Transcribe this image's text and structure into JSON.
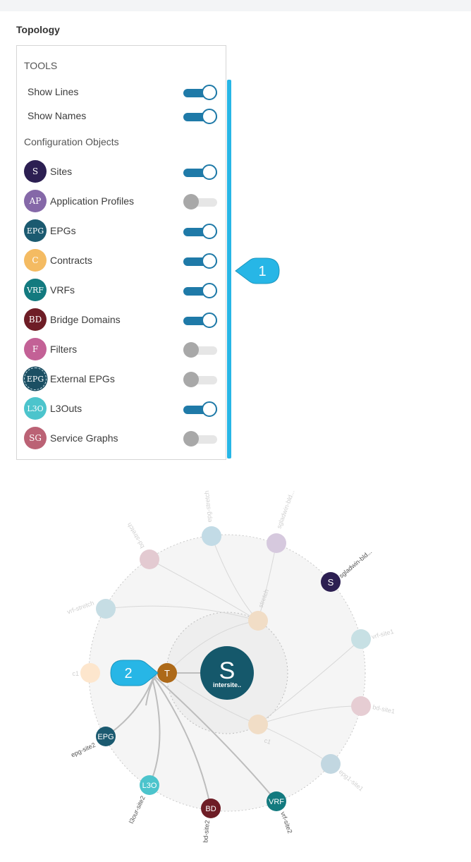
{
  "page": {
    "title": "Topology"
  },
  "tools": {
    "header": "TOOLS",
    "items": [
      {
        "label": "Show Lines",
        "on": true
      },
      {
        "label": "Show Names",
        "on": true
      }
    ]
  },
  "config": {
    "header": "Configuration Objects",
    "items": [
      {
        "label": "Sites",
        "badge": "S",
        "color": "#2c1f52",
        "on": true
      },
      {
        "label": "Application Profiles",
        "badge": "AP",
        "color": "#8568a8",
        "on": false
      },
      {
        "label": "EPGs",
        "badge": "EPG",
        "color": "#1b5a70",
        "on": true
      },
      {
        "label": "Contracts",
        "badge": "C",
        "color": "#f4bb62",
        "on": true
      },
      {
        "label": "VRFs",
        "badge": "VRF",
        "color": "#137a7f",
        "on": true
      },
      {
        "label": "Bridge Domains",
        "badge": "BD",
        "color": "#6e1d26",
        "on": true
      },
      {
        "label": "Filters",
        "badge": "F",
        "color": "#c36196",
        "on": false
      },
      {
        "label": "External EPGs",
        "badge": "EPG",
        "color": "#1b4f63",
        "on": false,
        "dashed": true
      },
      {
        "label": "L3Outs",
        "badge": "L3O",
        "color": "#4cc4cc",
        "on": true
      },
      {
        "label": "Service Graphs",
        "badge": "SG",
        "color": "#bb6275",
        "on": false
      }
    ]
  },
  "callouts": [
    {
      "num": "1"
    },
    {
      "num": "2"
    }
  ],
  "graph": {
    "center": {
      "letter": "S",
      "name": "intersite..",
      "color": "#15586b"
    },
    "tenant": {
      "letter": "T",
      "color": "#ad6918"
    },
    "site": {
      "letter": "S",
      "label": "sgladwin-bld...",
      "color": "#2c1f52"
    },
    "active": [
      {
        "letter": "EPG",
        "label": "epg-site2",
        "color": "#1b5a70"
      },
      {
        "letter": "L3O",
        "label": "l3our-site2",
        "color": "#4cc4cc"
      },
      {
        "letter": "BD",
        "label": "bd-site2",
        "color": "#6e1d26"
      },
      {
        "letter": "VRF",
        "label": "vrf-site2",
        "color": "#137a7f"
      }
    ],
    "faded": [
      {
        "label": "epg-stretch",
        "color": "#c2dbe6"
      },
      {
        "label": "sgladwin-bld...",
        "color": "#d6c9de"
      },
      {
        "label": "bd-stretch",
        "color": "#e3cad1"
      },
      {
        "label": "vrf-stretch",
        "color": "#c6dde4"
      },
      {
        "label": "c1",
        "color": "#fde6cd"
      },
      {
        "label": "vrf-site1",
        "color": "#c7e0e4"
      },
      {
        "label": "bd-site1",
        "color": "#e6cdd3"
      },
      {
        "label": "epg1-site1",
        "color": "#c2d7e1"
      }
    ],
    "inner": [
      {
        "label": "stretch",
        "color": "#f1ddc6"
      },
      {
        "label": "c1",
        "color": "#f1ddc6"
      }
    ]
  }
}
